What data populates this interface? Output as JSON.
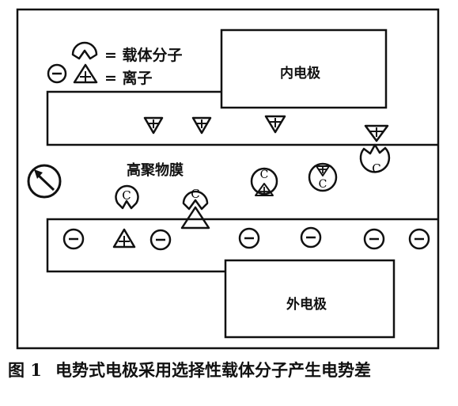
{
  "legend": {
    "carrier_label": "= 载体分子",
    "ion_label": "= 离子"
  },
  "labels": {
    "inner_electrode": "内电极",
    "outer_electrode": "外电极",
    "membrane": "高聚物膜"
  },
  "symbols": {
    "carrier": "C",
    "plus": "+",
    "minus": "−"
  },
  "caption": {
    "number": "图 1",
    "text": "电势式电极采用选择性载体分子产生电势差"
  }
}
